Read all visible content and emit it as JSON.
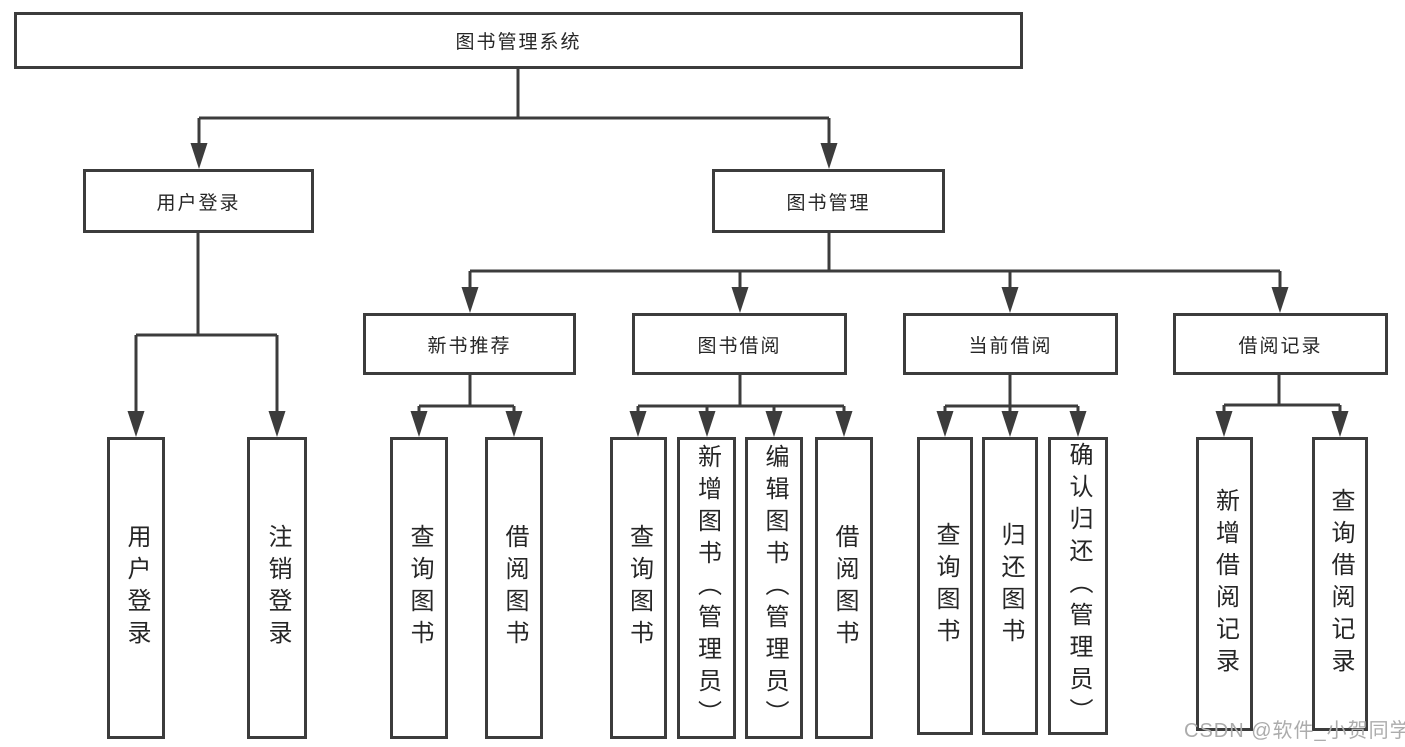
{
  "diagram_type": "hierarchy-tree",
  "colors": {
    "background": "#ffffff",
    "line": "#3c3c3c",
    "box_border": "#3c3c3c",
    "text": "#262626",
    "watermark": "#acacac"
  },
  "tree": {
    "root": {
      "label": "图书管理系统",
      "children": [
        {
          "label": "用户登录",
          "children": [
            {
              "label": "用户登录"
            },
            {
              "label": "注销登录"
            }
          ]
        },
        {
          "label": "图书管理",
          "children": [
            {
              "label": "新书推荐",
              "children": [
                {
                  "label": "查询图书"
                },
                {
                  "label": "借阅图书"
                }
              ]
            },
            {
              "label": "图书借阅",
              "children": [
                {
                  "label": "查询图书"
                },
                {
                  "label": "新增图书（管理员）"
                },
                {
                  "label": "编辑图书（管理员）"
                },
                {
                  "label": "借阅图书"
                }
              ]
            },
            {
              "label": "当前借阅",
              "children": [
                {
                  "label": "查询图书"
                },
                {
                  "label": "归还图书"
                },
                {
                  "label": "确认归还（管理员）"
                }
              ]
            },
            {
              "label": "借阅记录",
              "children": [
                {
                  "label": "新增借阅记录"
                },
                {
                  "label": "查询借阅记录"
                }
              ]
            }
          ]
        }
      ]
    }
  },
  "watermark": {
    "text": "CSDN @软件_小贺同学"
  }
}
